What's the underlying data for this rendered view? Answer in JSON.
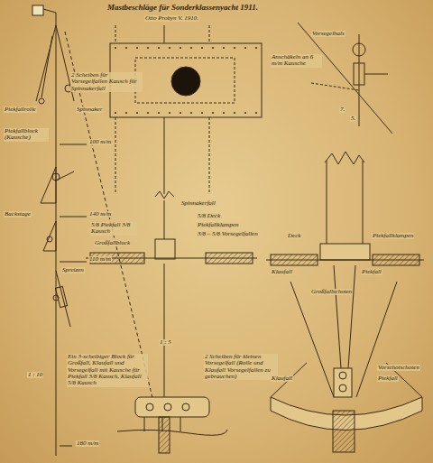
{
  "diagram": {
    "title": "Mastbeschläge für Sonderklassenyacht 1911.",
    "labels": [
      "Otto Probyn V. 1910.",
      "Vorsegelhals",
      "Anschäkeln an 6 m/m Kausche",
      "7.",
      "5.",
      "2 Scheiben für Vorsegelfallen Kausch für Spinnakerfall",
      "Piekfallrolle",
      "Piekfallblock (Kausche)",
      "Spinnaker",
      "100 m/m",
      "Backstage",
      "140 m/m",
      "Spreizen",
      "110 m/m",
      "1 : 10",
      "180 m/m",
      "Spinnakerfall",
      "5/8 Piekfall 3/8 Kausch",
      "Großfallblock",
      "5/8 Deck",
      "Piekfallklampen",
      "3/8 – 5/8 Vorsegelfallen",
      "1 : 5",
      "Deck",
      "Piekfallklampen",
      "Klaufall",
      "Piekfall",
      "Großfallschoten",
      "Ein 3-scheibiger Block für Großfall, Klaufall und Vorsegelfall mit Kausche für Piekfall 3/8 Kausch, Klaufall 5/8 Kausch",
      "2 Scheiben für kleinen Vorsegelfall (Rolle und Klaufall Vorsegelfallen zu gebrauchen)",
      "Vorschotschoten",
      "Klaufall",
      "Piekfall"
    ]
  }
}
